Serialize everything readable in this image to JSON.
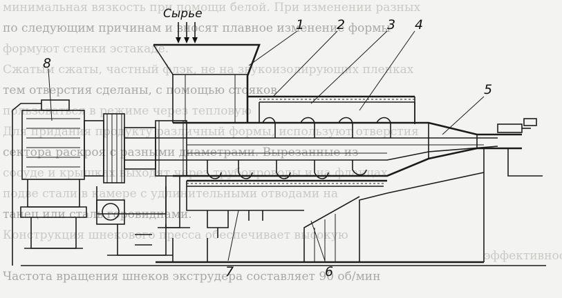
{
  "diagram": {
    "title": "Сырье",
    "labels": [
      {
        "key": "1",
        "text": "1"
      },
      {
        "key": "2",
        "text": "2"
      },
      {
        "key": "3",
        "text": "3"
      },
      {
        "key": "4",
        "text": "4"
      },
      {
        "key": "5",
        "text": "5"
      },
      {
        "key": "6",
        "text": "6"
      },
      {
        "key": "7",
        "text": "7"
      },
      {
        "key": "8",
        "text": "8"
      }
    ]
  },
  "background_text": [
    "минимальная вязкость при помощи белой. При изменении разных",
    "по следующим причинам и вносят плавное изменение формы",
    "формуют стенки эстакаде.",
    "Сжатым сжаты, частный флэк, не на звукоизолирующих пленках",
    "тем отверстия сделаны, с помощью стояков",
    "пользоваться в режиме через тепловую",
    "Для придания продукту различный формы, используют отверстия",
    "сектора раскроя с разными диаметрами. Вырезанные из",
    "сосуде и крышках выходят через трубопроводы и на фланцах",
    "подве стали в камере с удлинительными отводами на",
    "танец или сталь горовиднами.",
    "Конструкция шнекового пресса обеспечивает высокую",
    "эффективность.",
    "Частота вращения шнеков экструдера составляет 90 об/мин"
  ]
}
